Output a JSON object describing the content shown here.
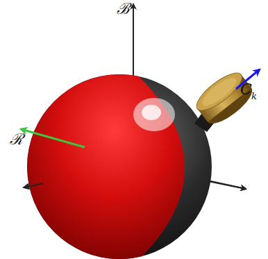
{
  "diagram": {
    "labels": [
      "ℬ",
      "ℛ",
      "C",
      "k"
    ]
  }
}
